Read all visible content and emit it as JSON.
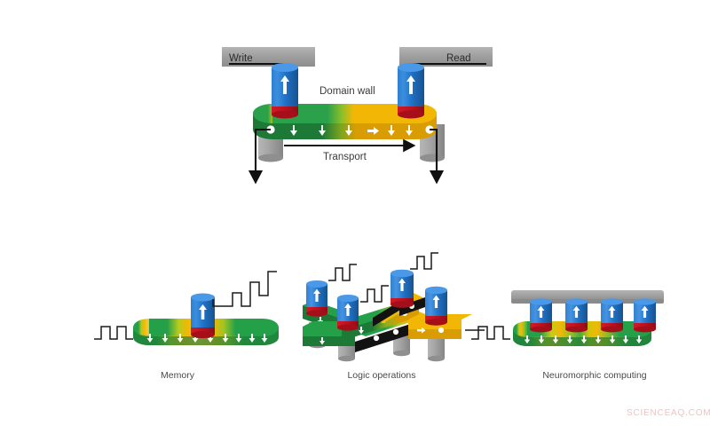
{
  "figure": {
    "title_visible": false,
    "background_color": "#ffffff",
    "watermark": {
      "text": "SCIENCEAQ.COM",
      "color": "#f0c3c3"
    }
  },
  "palette": {
    "track_green": "#2aa14a",
    "track_green_dark": "#1d7a36",
    "track_yellow": "#f2b705",
    "track_yellow_dark": "#d99c02",
    "pillar_blue": "#1f6fc4",
    "pillar_blue_light": "#3b8ede",
    "pillar_blue_dark": "#174f92",
    "contact_red": "#c1121f",
    "contact_red_dark": "#8e0d17",
    "metal_gray": "#a8a8a8",
    "metal_gray_dark": "#8a8a8a",
    "bar_gray": "#9e9e9e",
    "wire_black": "#101010",
    "side_black": "#121212",
    "text_gray": "#3a3a3a"
  },
  "top_panel": {
    "name": "domain-wall-racetrack-device",
    "write_label": "Write",
    "read_label": "Read",
    "domain_wall_label": "Domain wall",
    "transport_label": "Transport",
    "write_bar": {
      "label": "Write"
    },
    "read_bar": {
      "label": "Read"
    },
    "pillars": [
      {
        "id": "write-pillar",
        "arrow": "up"
      },
      {
        "id": "read-pillar",
        "arrow": "up"
      }
    ],
    "track": {
      "left_color": "#2aa14a",
      "right_color": "#f2b705",
      "domain_wall_position_pct": 52
    },
    "magnetic_moments": [
      {
        "direction": "down"
      },
      {
        "direction": "down"
      },
      {
        "direction": "down"
      },
      {
        "direction": "down"
      },
      {
        "direction": "right"
      },
      {
        "direction": "down"
      },
      {
        "direction": "down"
      },
      {
        "direction": "down"
      }
    ],
    "transport_arrow": {
      "direction": "right"
    },
    "current_leads": [
      {
        "id": "left-lead",
        "direction": "down"
      },
      {
        "id": "right-lead",
        "direction": "down"
      }
    ]
  },
  "bottom_panels": [
    {
      "id": "memory",
      "caption": "Memory",
      "pillar_count": 1,
      "moment_count": 9,
      "has_input_waveform": true,
      "has_output_waveform": true,
      "track_type": "straight"
    },
    {
      "id": "logic-operations",
      "caption": "Logic operations",
      "pillar_count": 4,
      "moment_count": 8,
      "has_input_waveform": true,
      "has_output_waveform": true,
      "track_type": "branched"
    },
    {
      "id": "neuromorphic-computing",
      "caption": "Neuromorphic computing",
      "pillar_count": 4,
      "moment_count": 9,
      "has_input_waveform": true,
      "has_output_waveform": false,
      "has_top_electrode_bar": true,
      "track_type": "straight"
    }
  ]
}
